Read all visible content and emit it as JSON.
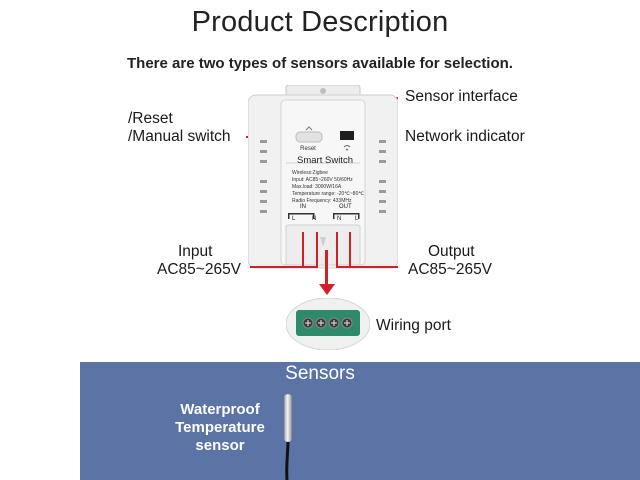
{
  "header": {
    "title": "Product Description",
    "subtitle": "There are two types of sensors available for selection."
  },
  "callouts": {
    "reset_line1": "/Reset",
    "reset_line2": "/Manual switch",
    "sensor_interface": "Sensor interface",
    "network_indicator": "Network indicator",
    "input_line1": "Input",
    "input_line2": "AC85~265V",
    "output_line1": "Output",
    "output_line2": "AC85~265V",
    "wiring_port": "Wiring port"
  },
  "device": {
    "reset_label": "Reset",
    "name": "Smart Switch",
    "spec_wireless": "Wireless:Zigbee",
    "spec_input": "Input: AC85~260V 50/60Hz",
    "spec_load": "Max.load: 3000W/16A",
    "spec_temp": "Temperature range: -20℃~80℃",
    "spec_radio": "Radio Frequency: 433MHz",
    "in_label": "IN",
    "out_label": "OUT",
    "in_l": "L",
    "in_n": "N",
    "out_n": "N",
    "out_l": "L"
  },
  "sensors": {
    "title": "Sensors",
    "item_line1": "Waterproof",
    "item_line2": "Temperature",
    "item_line3": "sensor"
  },
  "colors": {
    "accent_red": "#d0202a",
    "panel_blue": "#5b74a5",
    "terminal_green": "#2f8a6c"
  }
}
